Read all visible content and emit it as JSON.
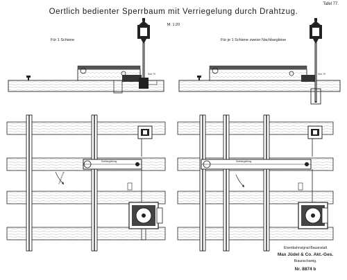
{
  "title": "Oertlich bedienter Sperrbaum mit Verriegelung durch Drahtzug.",
  "plate": "Tafel 77.",
  "scale": "M. 1:20",
  "views": {
    "left_title": "Für 1 Schiene",
    "right_title": "Für je 1 Schiene zweier Nachbargleise"
  },
  "maker": {
    "line1": "Eisenbahnsignal-Bauanstalt",
    "line2": "Max Jüdel & Co. Akt.-Ges.",
    "line3": "Braunschweig.",
    "line4": "Nr. 8874 b"
  }
}
